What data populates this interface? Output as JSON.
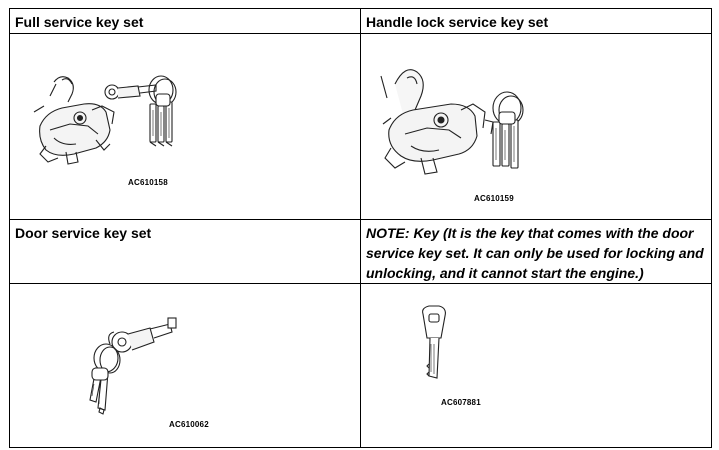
{
  "cells": {
    "full": {
      "title": "Full service key set",
      "code": "AC610158",
      "illustration_icon": "key-set-illustration"
    },
    "handle": {
      "title": "Handle lock service key set",
      "code": "AC610159",
      "illustration_icon": "handle-lock-key-set-illustration"
    },
    "door": {
      "title": "Door service key set",
      "code": "AC610062",
      "illustration_icon": "door-lock-cylinder-illustration"
    },
    "note": {
      "title": "NOTE: Key (It is the key that comes with the door service key set. It can only be used for locking and unlocking, and it cannot start the engine.)",
      "code": "AC607881",
      "illustration_icon": "single-key-illustration"
    }
  }
}
